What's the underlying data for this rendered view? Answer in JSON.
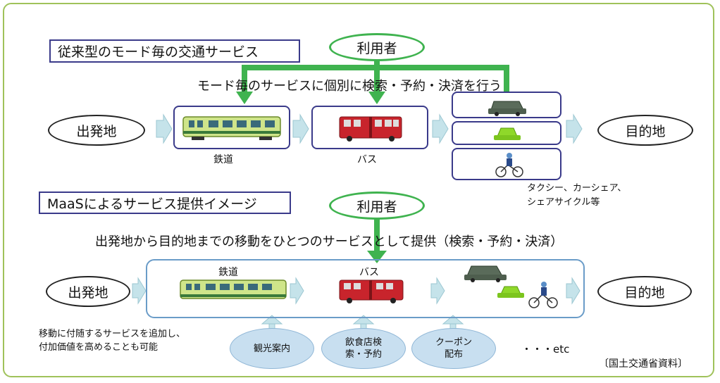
{
  "section1": {
    "title": "従来型のモード毎の交通サービス",
    "user": "利用者",
    "caption": "モード毎のサービスに個別に検索・予約・決済を行う",
    "origin": "出発地",
    "destination": "目的地",
    "train_label": "鉄道",
    "bus_label": "バス",
    "other_modes_line1": "タクシー、カーシェア、",
    "other_modes_line2": "シェアサイクル等"
  },
  "section2": {
    "title": "MaaSによるサービス提供イメージ",
    "user": "利用者",
    "caption": "出発地から目的地までの移動をひとつのサービスとして提供（検索・予約・決済）",
    "origin": "出発地",
    "destination": "目的地",
    "train_label": "鉄道",
    "bus_label": "バス",
    "note_line1": "移動に付随するサービスを追加し、",
    "note_line2": "付加価値を高めることも可能",
    "services": [
      {
        "line1": "観光案内",
        "line2": ""
      },
      {
        "line1": "飲食店検",
        "line2": "索・予約"
      },
      {
        "line1": "クーポン",
        "line2": "配布"
      }
    ],
    "etc": "・・・etc"
  },
  "source": "〔国土交通省資料〕",
  "colors": {
    "green_arrow": "#3fb34f",
    "box_border": "#3a3a8a",
    "maas_border": "#6a9cc8",
    "frame": "#9fc25a",
    "light_arrow": "#c5e3ea"
  }
}
